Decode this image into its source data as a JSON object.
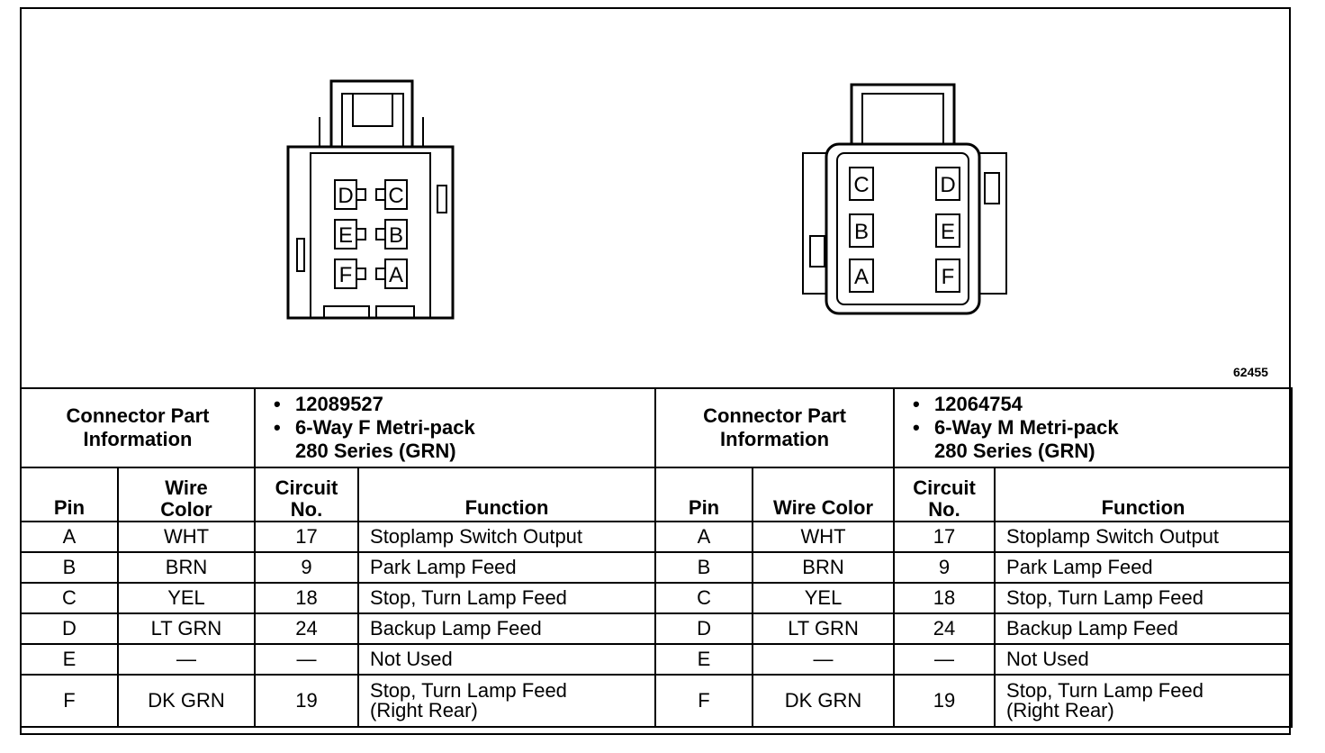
{
  "diagram_id": "62455",
  "female_connector": {
    "pins": [
      "D",
      "C",
      "E",
      "B",
      "F",
      "A"
    ]
  },
  "male_connector": {
    "pins": [
      "C",
      "D",
      "B",
      "E",
      "A",
      "F"
    ]
  },
  "left": {
    "info_label": "Connector Part Information",
    "part_number": "12089527",
    "description_line1": "6-Way F Metri-pack",
    "description_line2": "280 Series (GRN)",
    "headers": {
      "pin": "Pin",
      "wire_color": "Wire Color",
      "circuit": "Circuit No.",
      "function": "Function"
    },
    "rows": [
      {
        "pin": "A",
        "wire_color": "WHT",
        "circuit": "17",
        "function": "Stoplamp Switch Output",
        "function2": ""
      },
      {
        "pin": "B",
        "wire_color": "BRN",
        "circuit": "9",
        "function": "Park Lamp Feed",
        "function2": ""
      },
      {
        "pin": "C",
        "wire_color": "YEL",
        "circuit": "18",
        "function": "Stop, Turn Lamp Feed",
        "function2": ""
      },
      {
        "pin": "D",
        "wire_color": "LT GRN",
        "circuit": "24",
        "function": "Backup Lamp Feed",
        "function2": ""
      },
      {
        "pin": "E",
        "wire_color": "—",
        "circuit": "—",
        "function": "Not Used",
        "function2": ""
      },
      {
        "pin": "F",
        "wire_color": "DK GRN",
        "circuit": "19",
        "function": "Stop, Turn Lamp Feed",
        "function2": "(Right Rear)"
      }
    ]
  },
  "right": {
    "info_label": "Connector Part Information",
    "part_number": "12064754",
    "description_line1": "6-Way M Metri-pack",
    "description_line2": "280 Series (GRN)",
    "headers": {
      "pin": "Pin",
      "wire_color": "Wire Color",
      "circuit": "Circuit No.",
      "function": "Function"
    },
    "rows": [
      {
        "pin": "A",
        "wire_color": "WHT",
        "circuit": "17",
        "function": "Stoplamp Switch Output",
        "function2": ""
      },
      {
        "pin": "B",
        "wire_color": "BRN",
        "circuit": "9",
        "function": "Park Lamp Feed",
        "function2": ""
      },
      {
        "pin": "C",
        "wire_color": "YEL",
        "circuit": "18",
        "function": "Stop, Turn Lamp Feed",
        "function2": ""
      },
      {
        "pin": "D",
        "wire_color": "LT GRN",
        "circuit": "24",
        "function": "Backup Lamp Feed",
        "function2": ""
      },
      {
        "pin": "E",
        "wire_color": "—",
        "circuit": "—",
        "function": "Not Used",
        "function2": ""
      },
      {
        "pin": "F",
        "wire_color": "DK GRN",
        "circuit": "19",
        "function": "Stop, Turn Lamp Feed",
        "function2": "(Right Rear)"
      }
    ]
  }
}
